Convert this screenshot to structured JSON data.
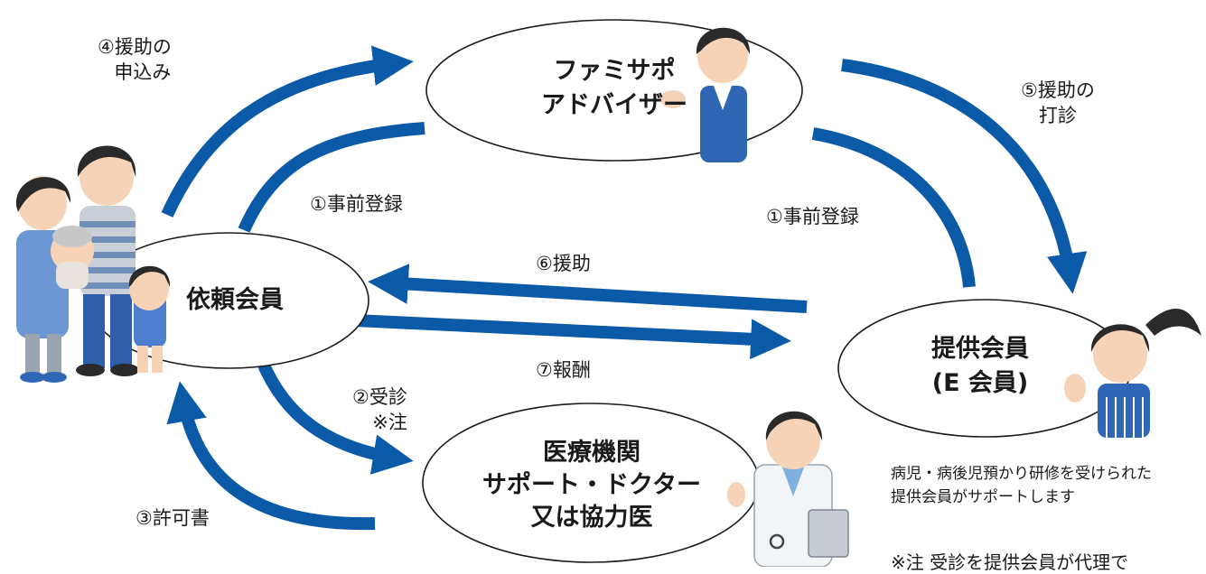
{
  "colors": {
    "arrow": "#0a5aa8",
    "shirt": "#2f66b5",
    "skin": "#f6d3b6",
    "hair": "#2a2a2a"
  },
  "nodes": {
    "advisor": {
      "line1": "ファミサポ",
      "line2": "アドバイザー"
    },
    "requester": {
      "label": "依頼会員"
    },
    "provider": {
      "line1": "提供会員",
      "line2": "(E 会員)"
    },
    "medical": {
      "line1": "医療機関",
      "line2": "サポート・ドクター",
      "line3": "又は協力医"
    }
  },
  "steps": {
    "s1_left": "①事前登録",
    "s1_right": "①事前登録",
    "s2": "②受診",
    "s2_note": "※注",
    "s3": "③許可書",
    "s4_line1": "④援助の",
    "s4_line2": "申込み",
    "s5_line1": "⑤援助の",
    "s5_line2": "打診",
    "s6": "⑥援助",
    "s7": "⑦報酬"
  },
  "notes": {
    "line1": "病児・病後児預かり研修を受けられた",
    "line2": "提供会員がサポートします",
    "footnote": "※注 受診を提供会員が代理で"
  },
  "icons": [
    "family-icon",
    "advisor-icon",
    "provider-icon",
    "doctor-icon"
  ]
}
